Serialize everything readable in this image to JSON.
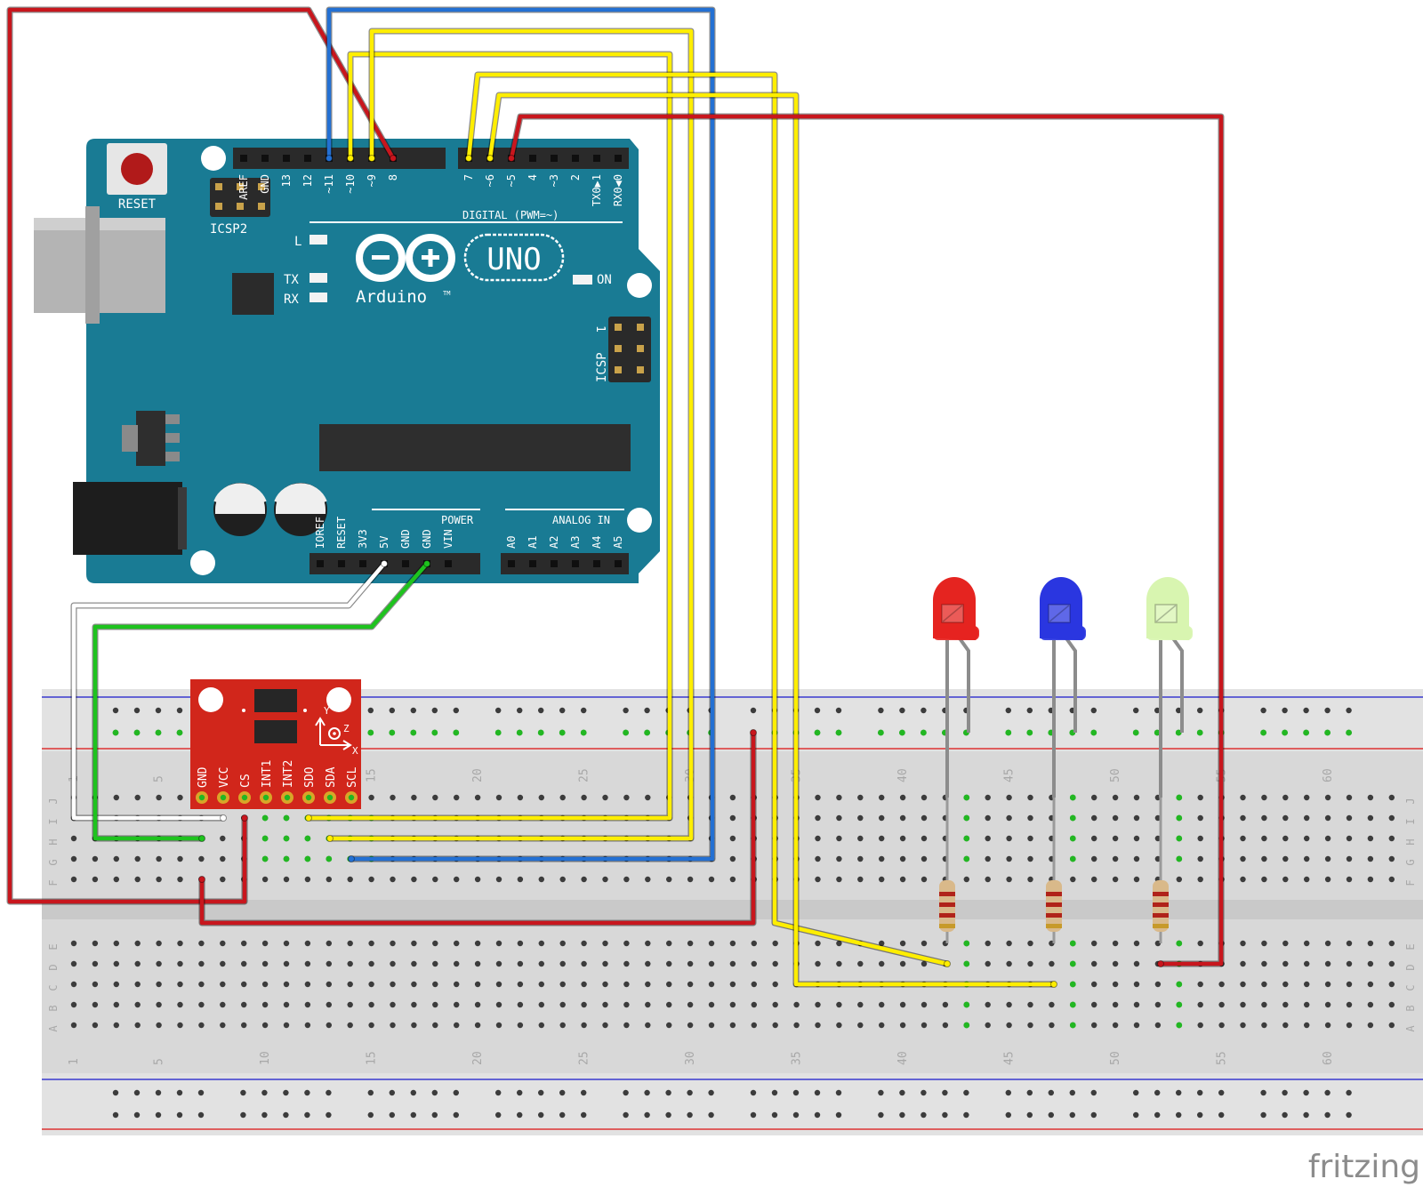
{
  "arduino": {
    "reset_label": "RESET",
    "icsp2_label": "ICSP2",
    "icsp_label": "ICSP",
    "icsp_pin1": "1",
    "led_l": "L",
    "led_tx": "TX",
    "led_rx": "RX",
    "led_on": "ON",
    "brand": "Arduino",
    "tm": "TM",
    "model": "UNO",
    "digital_label": "DIGITAL (PWM=~)",
    "power_label": "POWER",
    "analog_label": "ANALOG IN",
    "digital_pins_left": [
      "AREF",
      "GND",
      "13",
      "12",
      "~11",
      "~10",
      "~9",
      "8"
    ],
    "digital_pins_right": [
      "7",
      "~6",
      "~5",
      "4",
      "~3",
      "2",
      "TX0▶1",
      "RX0◀0"
    ],
    "power_pins": [
      "IOREF",
      "RESET",
      "3V3",
      "5V",
      "GND",
      "GND",
      "VIN"
    ],
    "analog_pins": [
      "A0",
      "A1",
      "A2",
      "A3",
      "A4",
      "A5"
    ]
  },
  "sensor": {
    "pins": [
      "GND",
      "VCC",
      "CS",
      "INT1",
      "INT2",
      "SDO",
      "SDA",
      "SCL"
    ],
    "axis_x": "X",
    "axis_y": "Y",
    "axis_z": "Z"
  },
  "breadboard": {
    "column_numbers": [
      "1",
      "5",
      "10",
      "15",
      "20",
      "25",
      "30",
      "35",
      "40",
      "45",
      "50",
      "55",
      "60"
    ],
    "top_row_letters": [
      "J",
      "I",
      "H",
      "G",
      "F"
    ],
    "bottom_row_letters": [
      "E",
      "D",
      "C",
      "B",
      "A"
    ]
  },
  "leds": [
    {
      "name": "red-led",
      "color": "#e52420"
    },
    {
      "name": "blue-led",
      "color": "#2a36e0"
    },
    {
      "name": "green-led",
      "color": "#d8f5b0"
    }
  ],
  "wire_colors": {
    "red": "#c8161d",
    "blue": "#2370d3",
    "yellow": "#ffee00",
    "white": "#ffffff",
    "green": "#1ec31e"
  },
  "watermark": "fritzing"
}
